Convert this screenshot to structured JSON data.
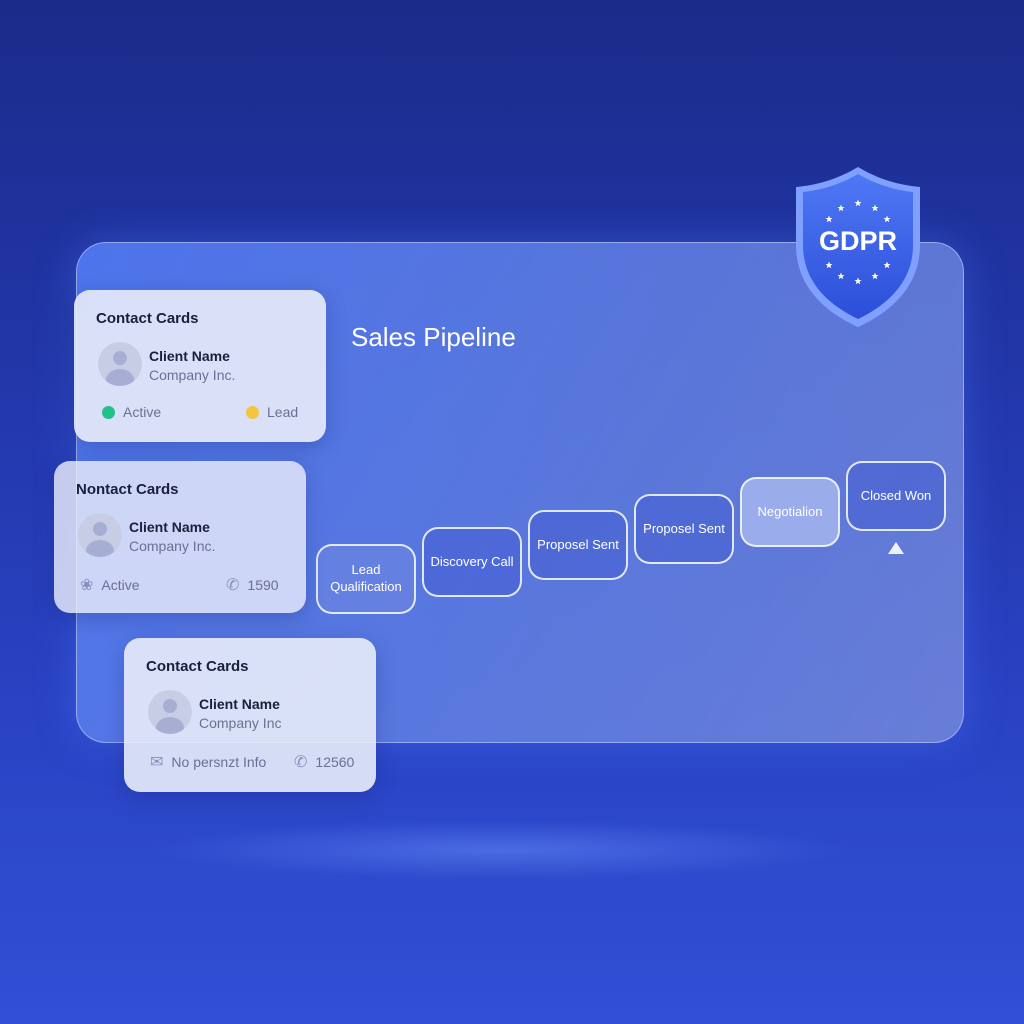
{
  "panel": {
    "title": "Sales Pipeline"
  },
  "badge": {
    "label": "GDPR"
  },
  "cards": [
    {
      "heading": "Contact Cards",
      "name": "Client Name",
      "company": "Company Inc.",
      "left": "Active",
      "right": "Lead",
      "left_color": "#22c08a",
      "right_color": "#f5c542"
    },
    {
      "heading": "Nontact Cards",
      "name": "Client Name",
      "company": "Company Inc.",
      "left": "Active",
      "right": "1590"
    },
    {
      "heading": "Contact Cards",
      "name": "Client Name",
      "company": "Company Inc",
      "left": "No persnzt Info",
      "right": "12560"
    }
  ],
  "stages": [
    "Lead Qualification",
    "Discovery Call",
    "Proposel Sent",
    "Proposel Sent",
    "Negotialion",
    "Closed Won"
  ]
}
